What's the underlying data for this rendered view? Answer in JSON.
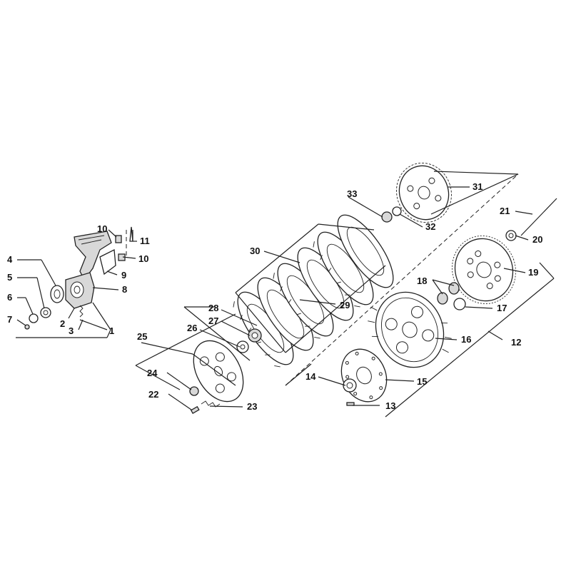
{
  "diagram": {
    "callouts": [
      "1",
      "2",
      "3",
      "4",
      "5",
      "6",
      "7",
      "8",
      "9",
      "10",
      "10",
      "11",
      "12",
      "13",
      "14",
      "15",
      "16",
      "17",
      "18",
      "19",
      "20",
      "21",
      "22",
      "23",
      "24",
      "25",
      "26",
      "27",
      "28",
      "29",
      "30",
      "31",
      "32",
      "33"
    ]
  }
}
